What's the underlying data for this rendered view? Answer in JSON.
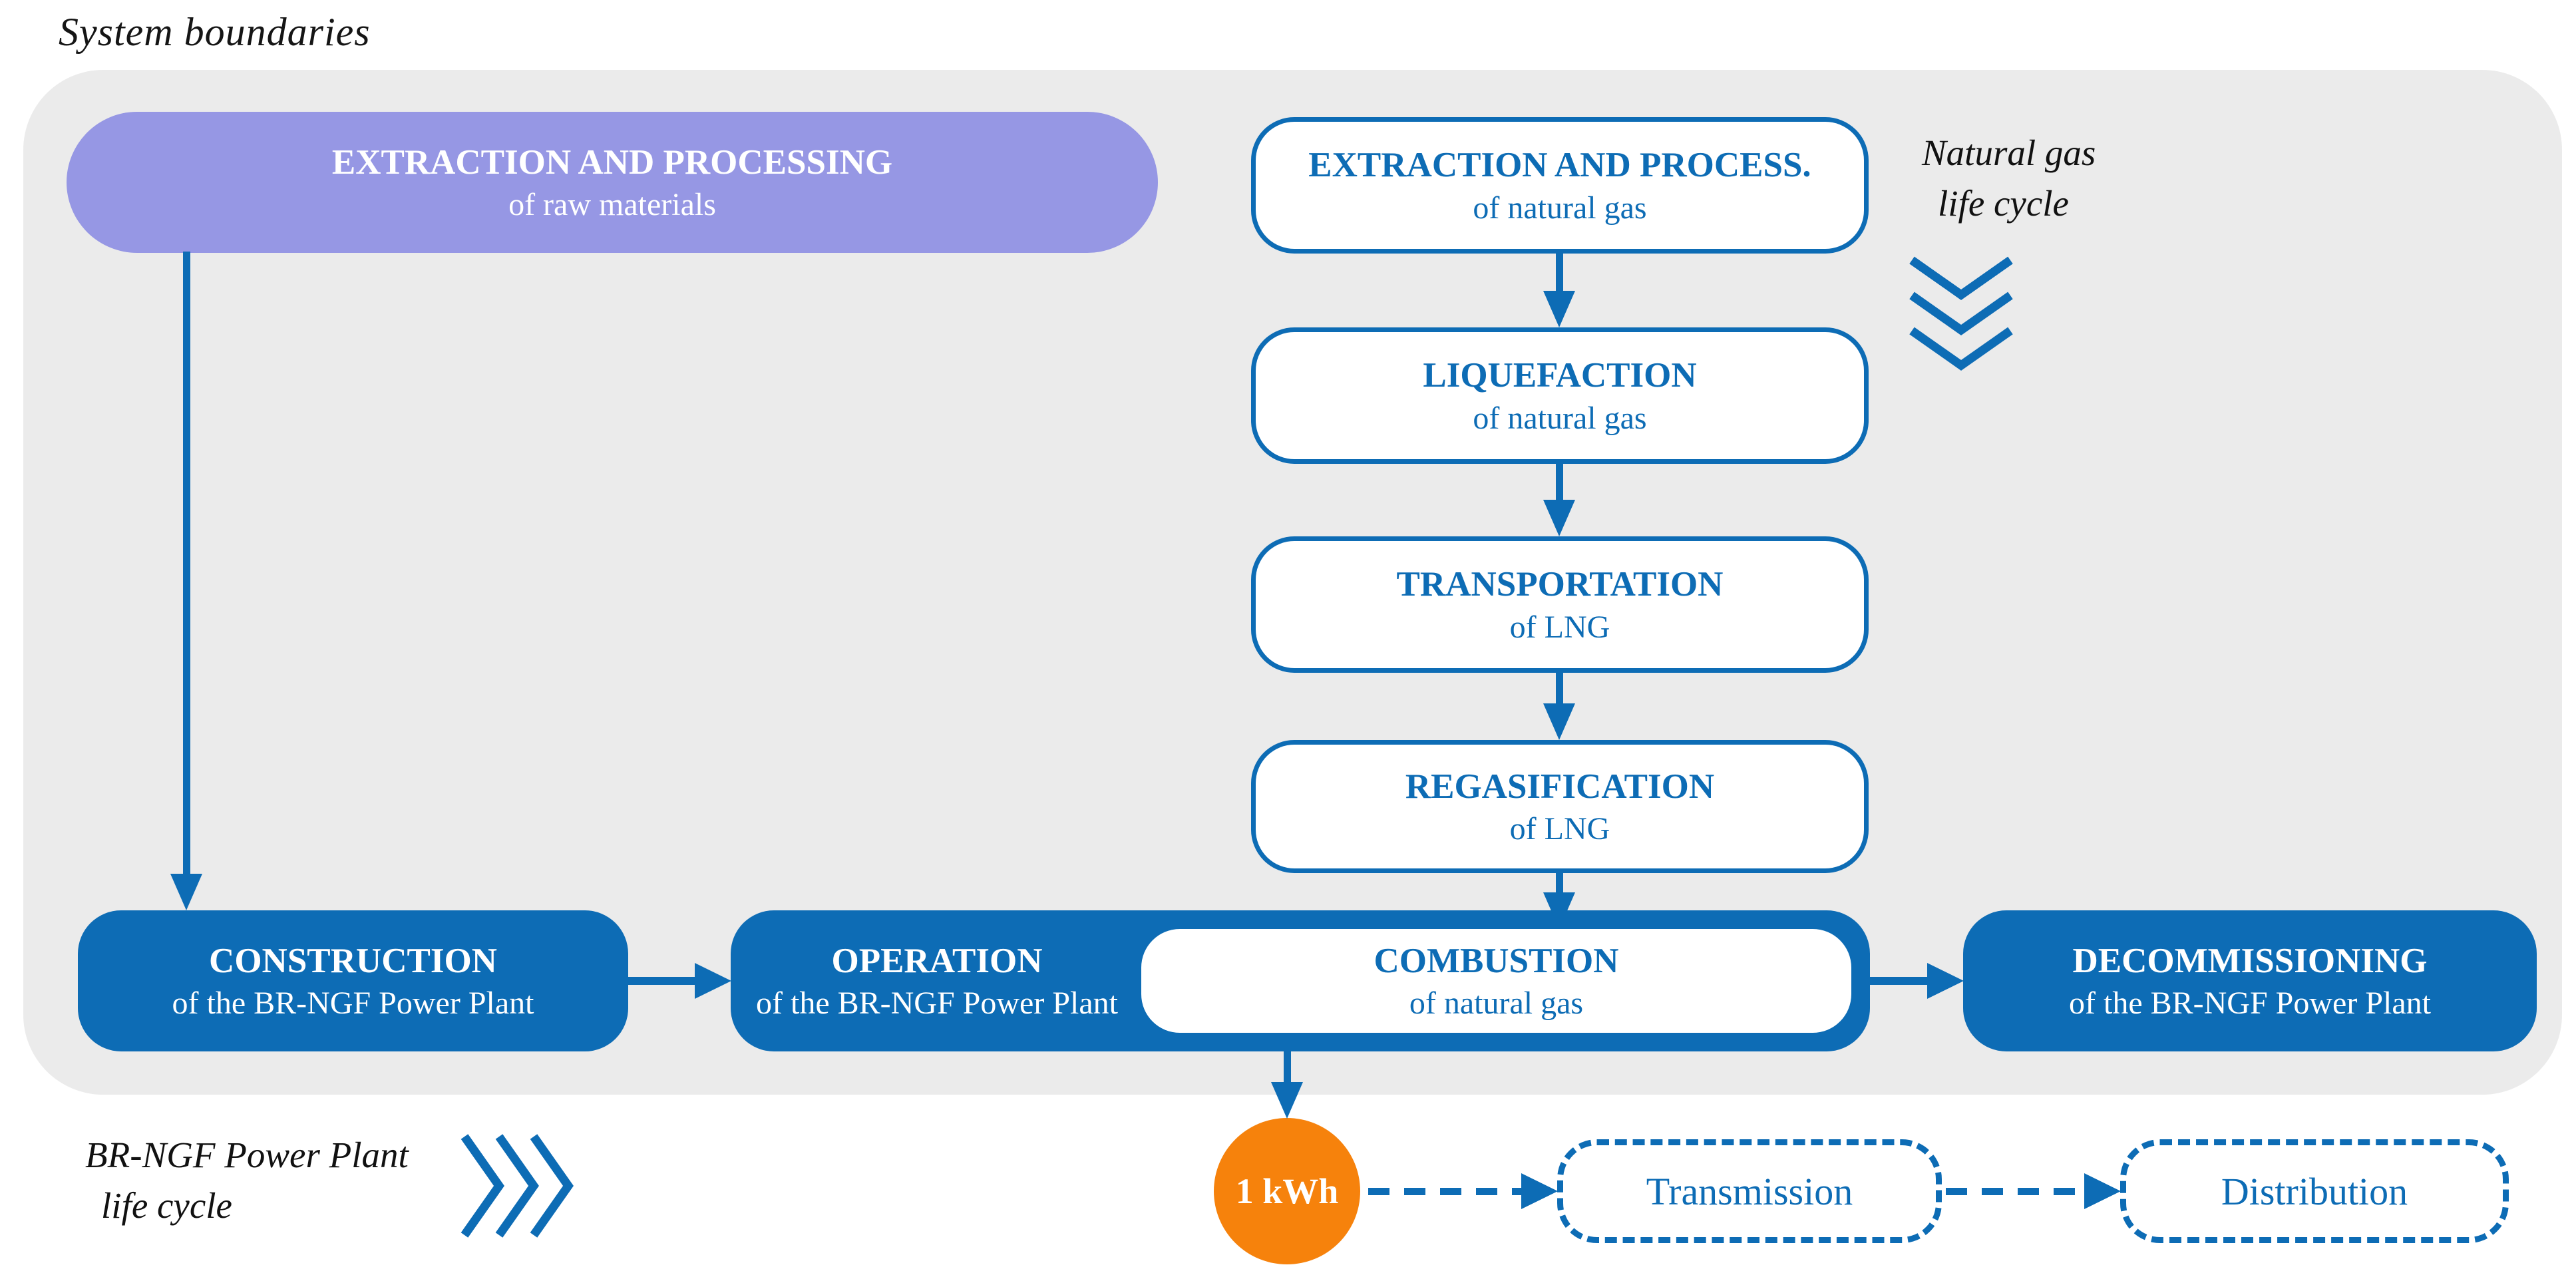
{
  "title": "System boundaries",
  "colors": {
    "accent_blue": "#0d6cb5",
    "raw_materials_purple": "#9697e4",
    "functional_unit_orange": "#f6820c",
    "boundary_gray": "#ebebeb"
  },
  "raw_materials_box": {
    "line1": "EXTRACTION AND PROCESSING",
    "line2": "of raw materials"
  },
  "natural_gas_chain": [
    {
      "line1": "EXTRACTION AND PROCESS.",
      "line2": "of natural gas"
    },
    {
      "line1": "LIQUEFACTION",
      "line2": "of natural gas"
    },
    {
      "line1": "TRANSPORTATION",
      "line2": "of LNG"
    },
    {
      "line1": "REGASIFICATION",
      "line2": "of LNG"
    }
  ],
  "plant_chain": {
    "construction": {
      "line1": "CONSTRUCTION",
      "line2": "of the BR-NGF Power Plant"
    },
    "operation": {
      "line1": "OPERATION",
      "line2": "of the BR-NGF Power Plant"
    },
    "combustion": {
      "line1": "COMBUSTION",
      "line2": "of natural gas"
    },
    "decommissioning": {
      "line1": "DECOMMISSIONING",
      "line2": "of the BR-NGF Power Plant"
    }
  },
  "labels": {
    "natural_gas_lifecycle_line1": "Natural gas",
    "natural_gas_lifecycle_line2": "life cycle",
    "plant_lifecycle_line1": "BR-NGF Power Plant",
    "plant_lifecycle_line2": "life cycle"
  },
  "functional_unit": "1 kWh",
  "grid": {
    "transmission": "Transmission",
    "distribution": "Distribution"
  }
}
